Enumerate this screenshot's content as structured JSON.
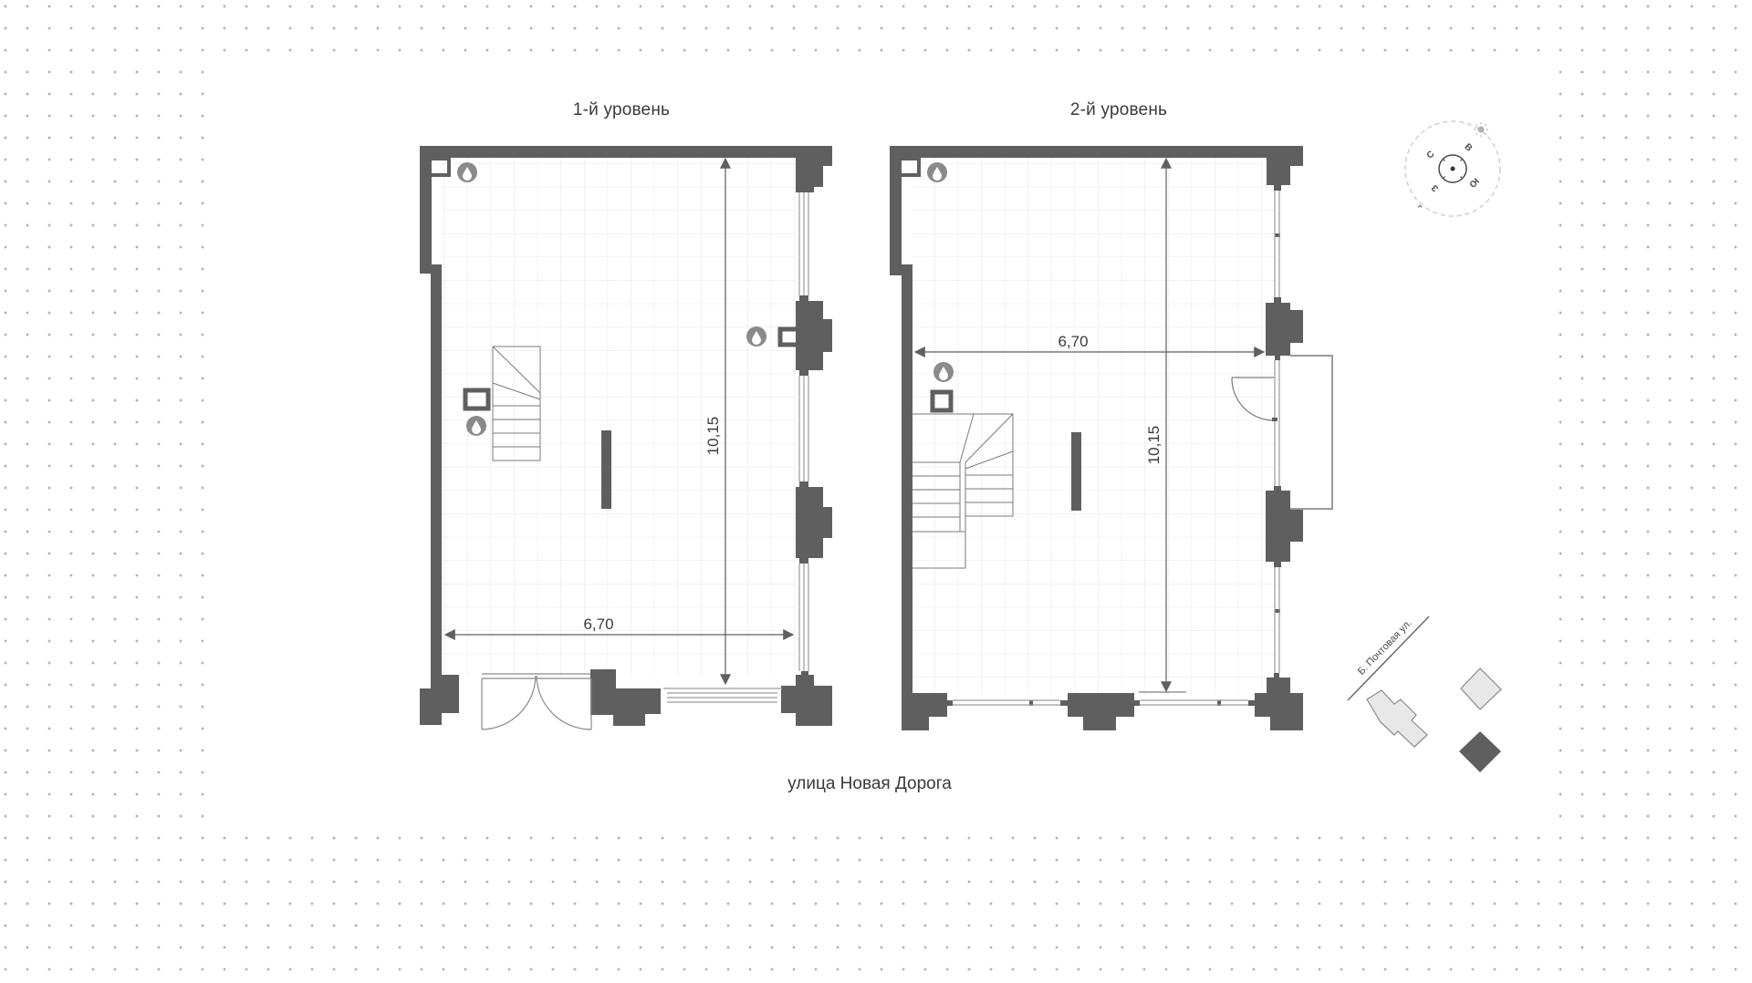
{
  "levels": [
    {
      "title": "1-й уровень",
      "width_label": "6,70",
      "length_label": "10,15"
    },
    {
      "title": "2-й уровень",
      "width_label": "6,70",
      "length_label": "10,15"
    }
  ],
  "street_label": "улица Новая Дорога",
  "site_plan": {
    "street_label": "Б. Почтовая ул."
  },
  "compass": {
    "north": "С",
    "east": "В",
    "south": "Ю",
    "west": "З",
    "icons": [
      "sun-icon",
      "compass-rose-icon"
    ]
  },
  "colors": {
    "wall": "#5f5f5f",
    "grid": "#e6e6e6",
    "water_marker": "#8a8a8a",
    "thin_line": "#7a7a7a",
    "dots": "#b5b5b5"
  },
  "icons": [
    "water-drop-icon",
    "staircase-icon",
    "door-icon",
    "window-icon"
  ]
}
